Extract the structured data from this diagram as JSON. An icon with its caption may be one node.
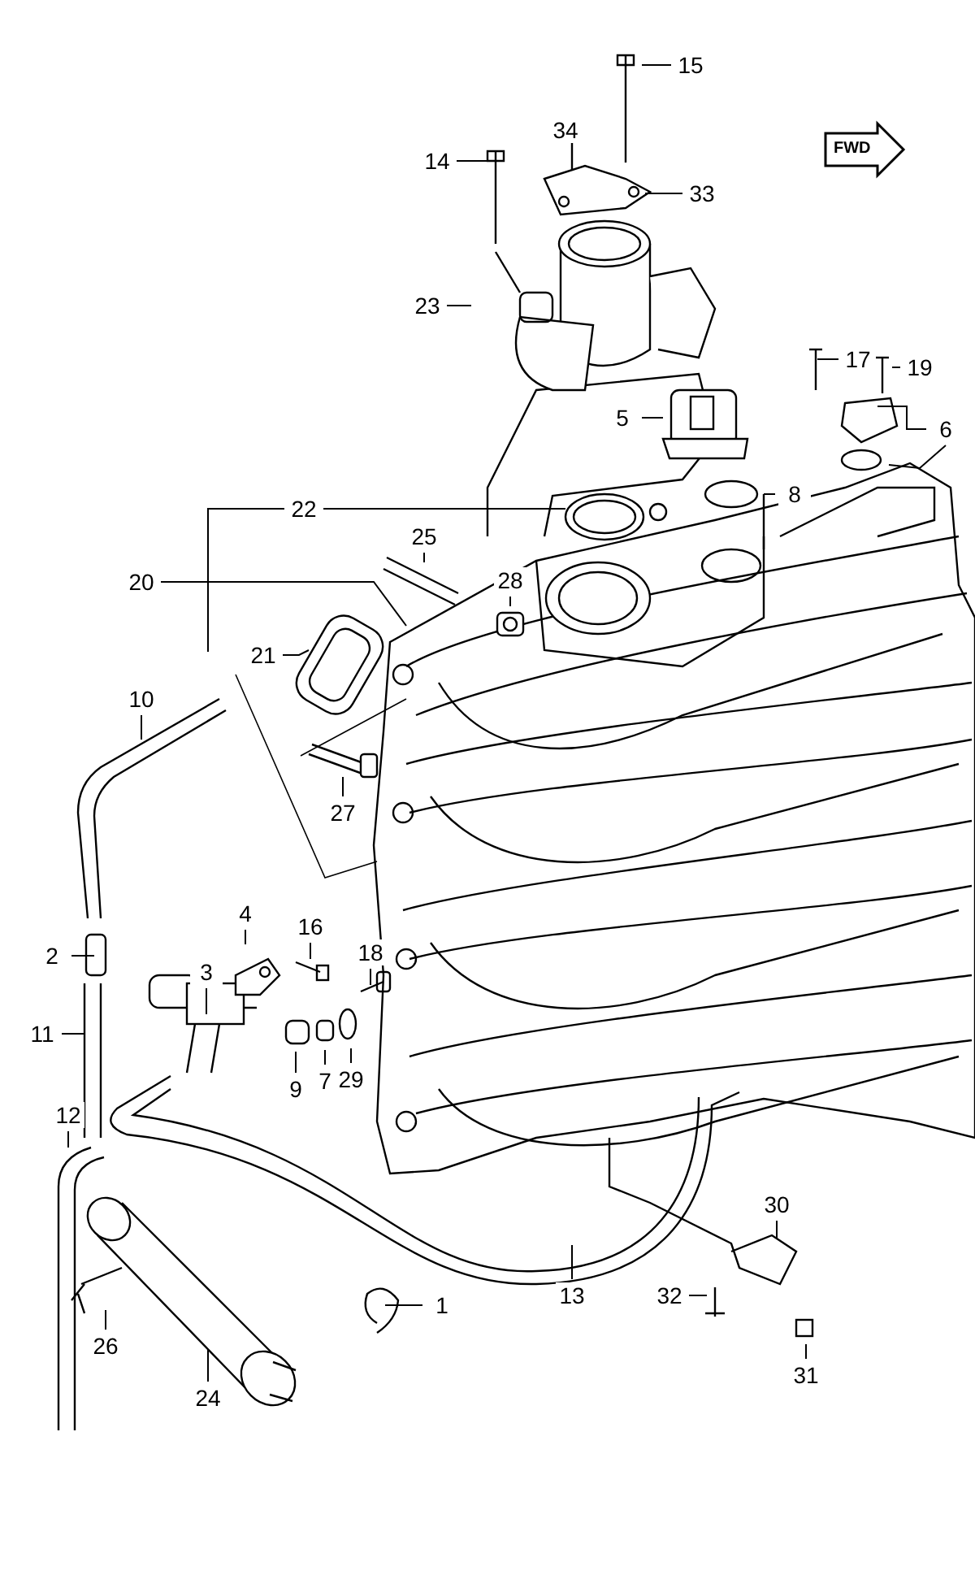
{
  "diagram": {
    "nodes": [
      {
        "text": [
          "15"
        ]
      },
      {
        "text": [
          "34"
        ]
      },
      {
        "text": [
          "14"
        ]
      },
      {
        "text": [
          "33"
        ]
      },
      {
        "text": [
          "23"
        ]
      },
      {
        "text": [
          "17"
        ]
      },
      {
        "text": [
          "19"
        ]
      },
      {
        "text": [
          "5"
        ]
      },
      {
        "text": [
          "6"
        ]
      },
      {
        "text": [
          "8"
        ]
      },
      {
        "text": [
          "22"
        ]
      },
      {
        "text": [
          "25"
        ]
      },
      {
        "text": [
          "20"
        ]
      },
      {
        "text": [
          "28"
        ]
      },
      {
        "text": [
          "21"
        ]
      },
      {
        "text": [
          "10"
        ]
      },
      {
        "text": [
          "27"
        ]
      },
      {
        "text": [
          "4"
        ]
      },
      {
        "text": [
          "16"
        ]
      },
      {
        "text": [
          "2"
        ]
      },
      {
        "text": [
          "18"
        ]
      },
      {
        "text": [
          "3"
        ]
      },
      {
        "text": [
          "11"
        ]
      },
      {
        "text": [
          "9"
        ]
      },
      {
        "text": [
          "7"
        ]
      },
      {
        "text": [
          "29"
        ]
      },
      {
        "text": [
          "12"
        ]
      },
      {
        "text": [
          "30"
        ]
      },
      {
        "text": [
          "13"
        ]
      },
      {
        "text": [
          "1"
        ]
      },
      {
        "text": [
          "32"
        ]
      },
      {
        "text": [
          "26"
        ]
      },
      {
        "text": [
          "31"
        ]
      },
      {
        "text": [
          "24"
        ]
      }
    ],
    "edges": [
      {
        "from": 0,
        "to": null,
        "arrow": "none"
      },
      {
        "from": 1,
        "to": null,
        "arrow": "none"
      },
      {
        "from": 2,
        "to": null,
        "arrow": "none"
      },
      {
        "from": 3,
        "to": null,
        "arrow": "none"
      },
      {
        "from": 4,
        "to": null,
        "arrow": "none"
      },
      {
        "from": 5,
        "to": null,
        "arrow": "none"
      },
      {
        "from": 6,
        "to": null,
        "arrow": "none"
      },
      {
        "from": 7,
        "to": null,
        "arrow": "none"
      },
      {
        "from": 8,
        "to": null,
        "arrow": "none"
      },
      {
        "from": 8,
        "to": null,
        "arrow": "none"
      },
      {
        "from": 9,
        "to": null,
        "arrow": "none"
      },
      {
        "from": 10,
        "to": null,
        "arrow": "none"
      },
      {
        "from": 10,
        "to": null,
        "arrow": "none"
      },
      {
        "from": 11,
        "to": null,
        "arrow": "none"
      },
      {
        "from": 12,
        "to": null,
        "arrow": "none"
      },
      {
        "from": 13,
        "to": null,
        "arrow": "none"
      },
      {
        "from": 14,
        "to": null,
        "arrow": "none"
      },
      {
        "from": 15,
        "to": null,
        "arrow": "none"
      },
      {
        "from": 16,
        "to": null,
        "arrow": "none"
      },
      {
        "from": 17,
        "to": null,
        "arrow": "none"
      },
      {
        "from": 18,
        "to": null,
        "arrow": "none"
      },
      {
        "from": 19,
        "to": null,
        "arrow": "none"
      },
      {
        "from": 20,
        "to": null,
        "arrow": "none"
      },
      {
        "from": 21,
        "to": null,
        "arrow": "none"
      },
      {
        "from": 22,
        "to": null,
        "arrow": "none"
      },
      {
        "from": 23,
        "to": null,
        "arrow": "none"
      },
      {
        "from": 24,
        "to": null,
        "arrow": "none"
      },
      {
        "from": 25,
        "to": null,
        "arrow": "none"
      },
      {
        "from": 26,
        "to": null,
        "arrow": "none"
      },
      {
        "from": 27,
        "to": null,
        "arrow": "none"
      },
      {
        "from": 28,
        "to": null,
        "arrow": "none"
      },
      {
        "from": 29,
        "to": null,
        "arrow": "none"
      },
      {
        "from": 30,
        "to": null,
        "arrow": "none"
      },
      {
        "from": 31,
        "to": null,
        "arrow": "none"
      },
      {
        "from": 32,
        "to": null,
        "arrow": "none"
      },
      {
        "from": 33,
        "to": null,
        "arrow": "none"
      }
    ],
    "labels": [
      "FWD"
    ]
  }
}
